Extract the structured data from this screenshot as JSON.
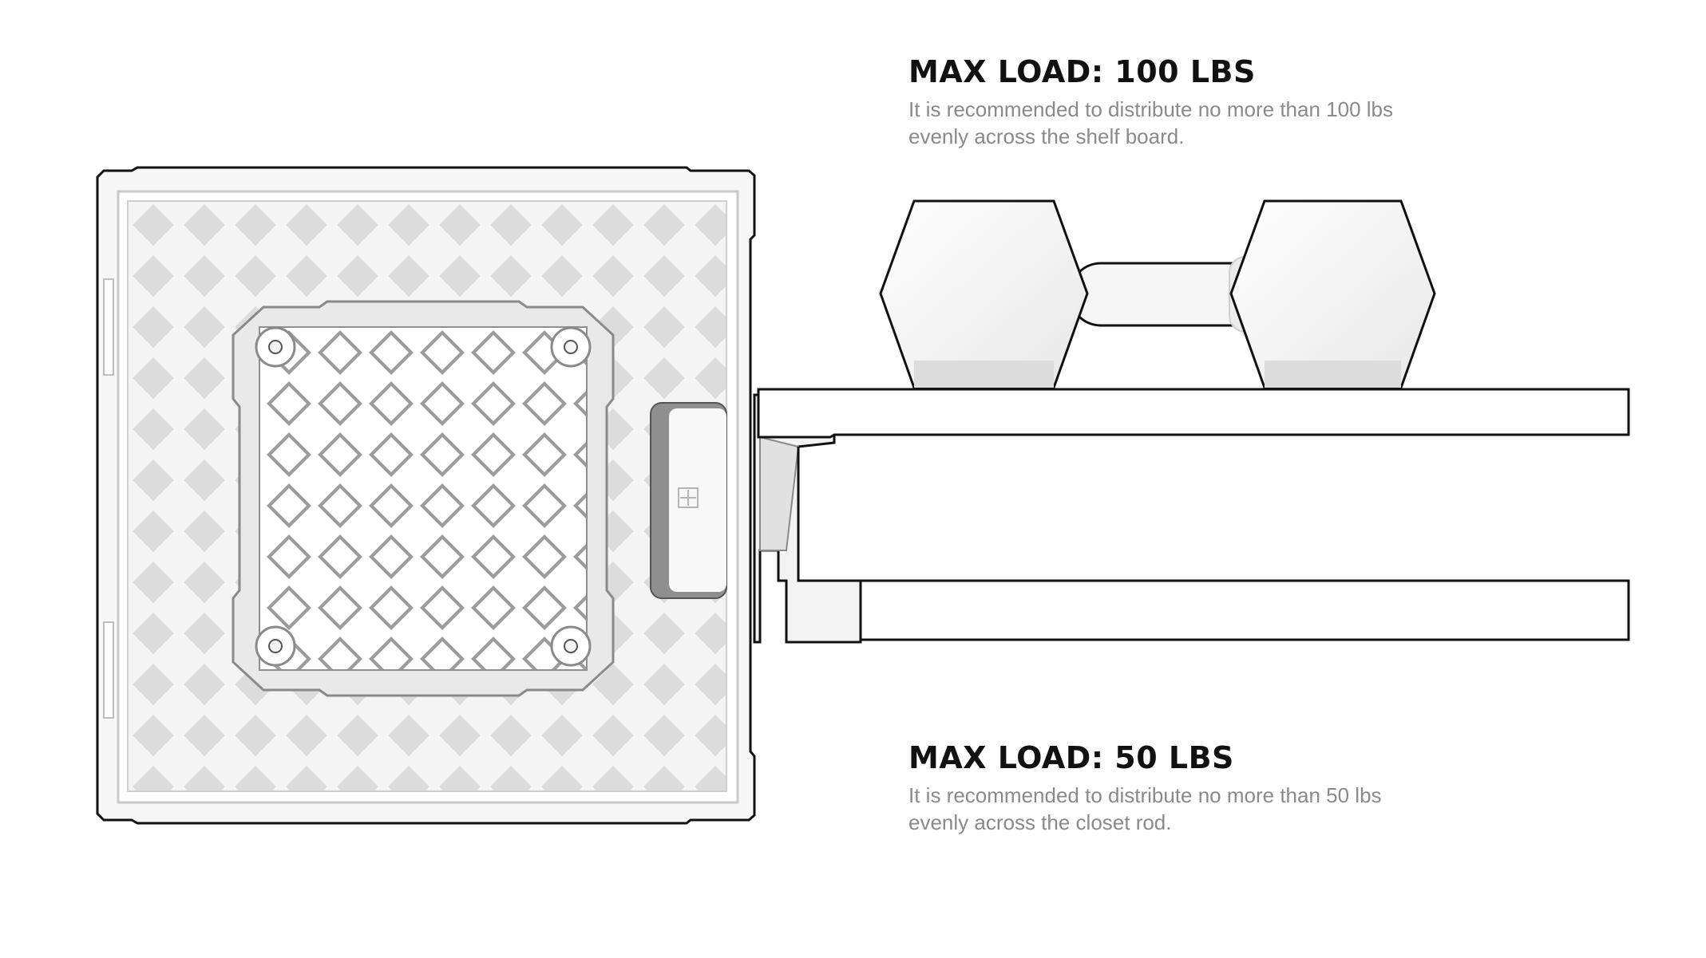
{
  "shelf_load": {
    "title": "MAX LOAD: 100 LBS",
    "description": "It is recommended to distribute no more than 100 lbs evenly across the shelf board."
  },
  "rod_load": {
    "title": "MAX LOAD: 50 LBS",
    "description": "It is recommended to distribute no more than 50 lbs evenly across the closet rod."
  },
  "colors": {
    "outline": "#111111",
    "panel_fill": "#f2f2f2",
    "lattice_cell": "#dedede",
    "handle_dark": "#8f8f8f",
    "text_secondary": "#8a8a8a"
  }
}
